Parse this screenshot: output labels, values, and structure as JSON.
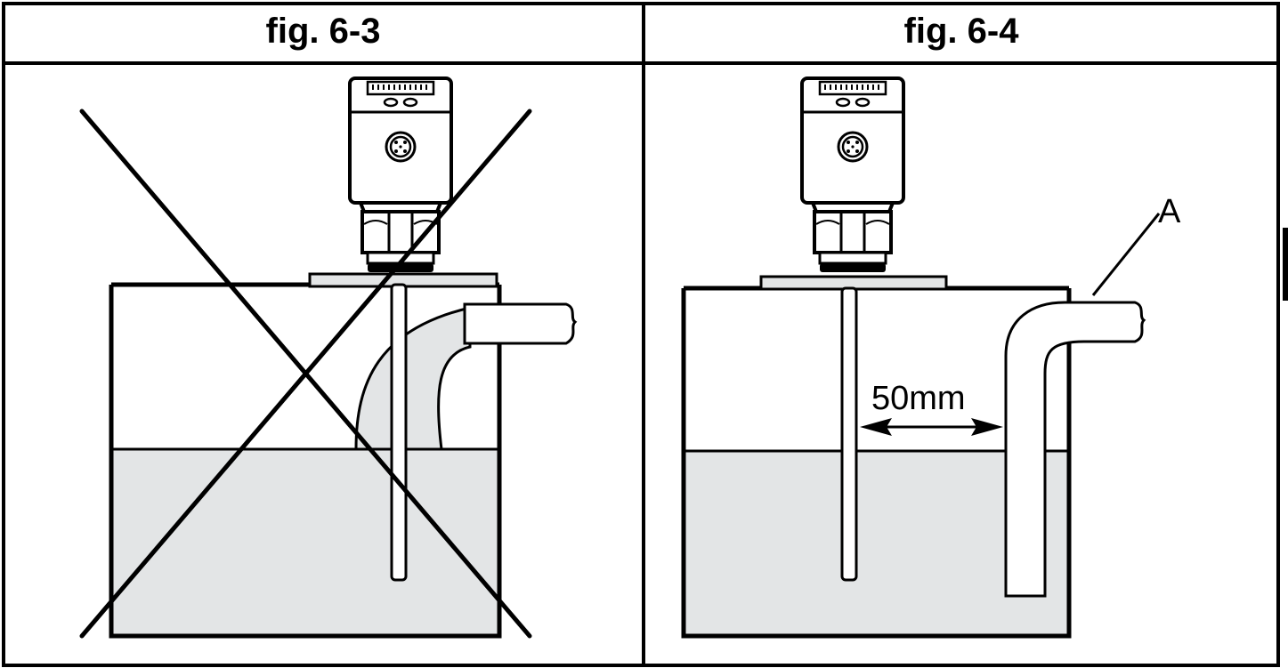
{
  "figures": [
    {
      "title": "fig. 6-3"
    },
    {
      "title": "fig. 6-4",
      "dimension_label": "50mm",
      "callout_label": "A"
    }
  ],
  "colors": {
    "liquid": "#e3e5e6",
    "line": "#000000",
    "background": "#ffffff"
  },
  "icons": {
    "fig_6_3_overlay": "cross-out-icon",
    "sensor": "level-sensor-icon",
    "connector": "m12-connector-icon"
  }
}
